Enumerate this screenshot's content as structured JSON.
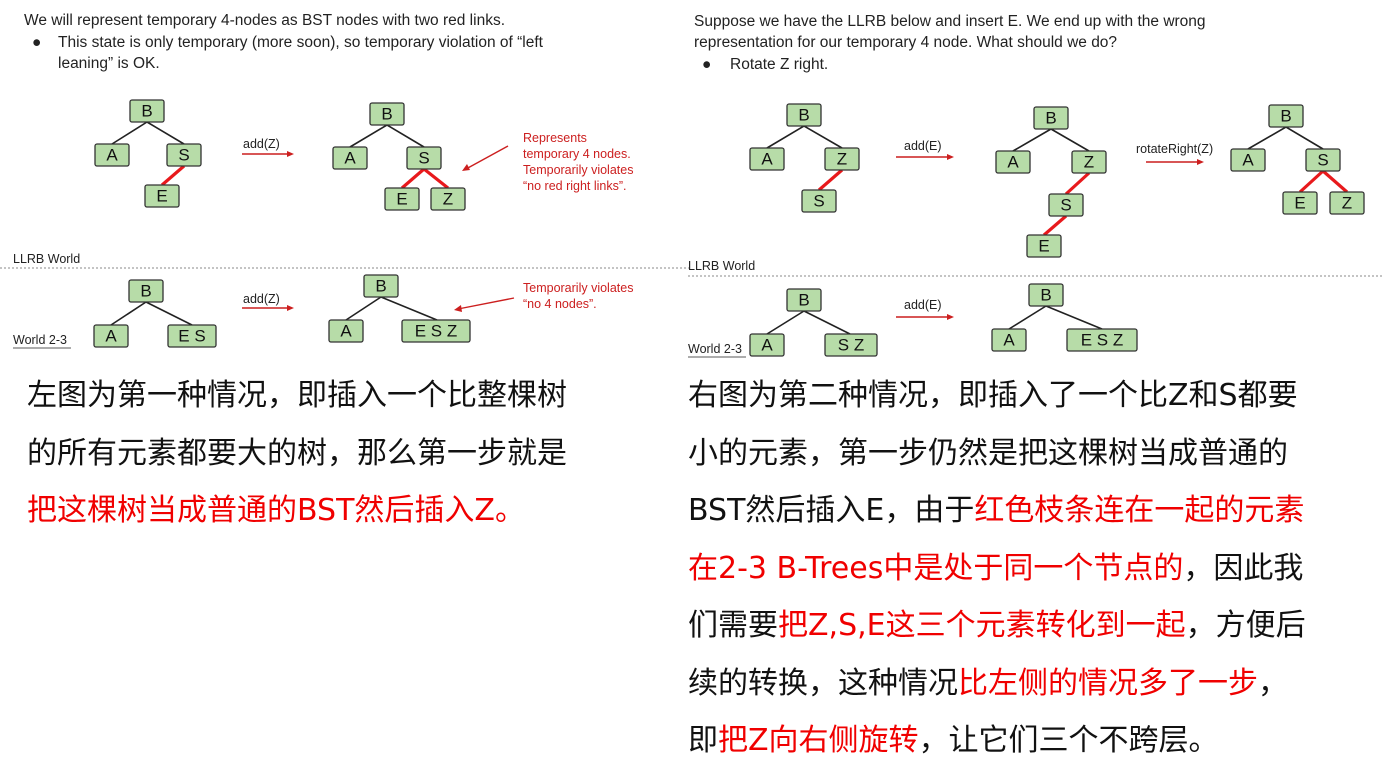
{
  "left_slide": {
    "heading": "We will represent temporary 4-nodes as BST nodes with two red links.",
    "bullet": "●",
    "bullet_line1": "This state is only temporary (more soon), so temporary violation of “left",
    "bullet_line2": "leaning” is OK.",
    "nodes": {
      "b": "B",
      "a": "A",
      "s": "S",
      "e": "E",
      "z": "Z",
      "es": "E S",
      "esz": "E S Z"
    },
    "op_add_z": "add(Z)",
    "note1": [
      "Represents",
      "temporary 4 nodes.",
      "Temporarily violates",
      "“no red right links”."
    ],
    "note2": [
      "Temporarily violates",
      "“no 4 nodes”."
    ],
    "llrb_world": "LLRB World",
    "world_23": "World 2-3"
  },
  "right_slide": {
    "heading_line1": "Suppose we have the LLRB below and insert E. We end up with the wrong",
    "heading_line2": "representation for our temporary 4 node. What should we do?",
    "bullet": "●",
    "bullet_text": "Rotate Z right.",
    "nodes": {
      "b": "B",
      "a": "A",
      "s": "S",
      "e": "E",
      "z": "Z",
      "sz": "S Z",
      "esz": "E S Z"
    },
    "op_add_e": "add(E)",
    "op_rotate": "rotateRight(Z)",
    "llrb_world": "LLRB World",
    "world_23": "World 2-3"
  },
  "left_explanation": {
    "line1": "左图为第一种情况，即插入一个比整棵树",
    "line2": "的所有元素都要大的树，那么第一步就是",
    "line3_red": "把这棵树当成普通的BST然后插入Z。"
  },
  "right_explanation": {
    "l1": "右图为第二种情况，即插入了一个比Z和S都要",
    "l2": "小的元素，第一步仍然是把这棵树当成普通的",
    "l3_a": "BST然后插入E，由于",
    "l3_red": "红色枝条连在一起的元素",
    "l4_red": "在2-3 B-Trees中是处于同一个节点的",
    "l4_b": "，因此我",
    "l5_a": "们需要",
    "l5_red": "把Z,S,E这三个元素转化到一起",
    "l5_b": "，方便后",
    "l6_a": "续的转换，这种情况",
    "l6_red": "比左侧的情况多了一步",
    "l6_b": "，",
    "l7_a": "即",
    "l7_red": "把Z向右侧旋转",
    "l7_b": "，让它们三个不跨层。"
  },
  "colors": {
    "node_fill": "#b7dca8",
    "red_link": "#e8191c",
    "annotation_red": "#cc1f1f",
    "highlight_red": "#f00000"
  }
}
